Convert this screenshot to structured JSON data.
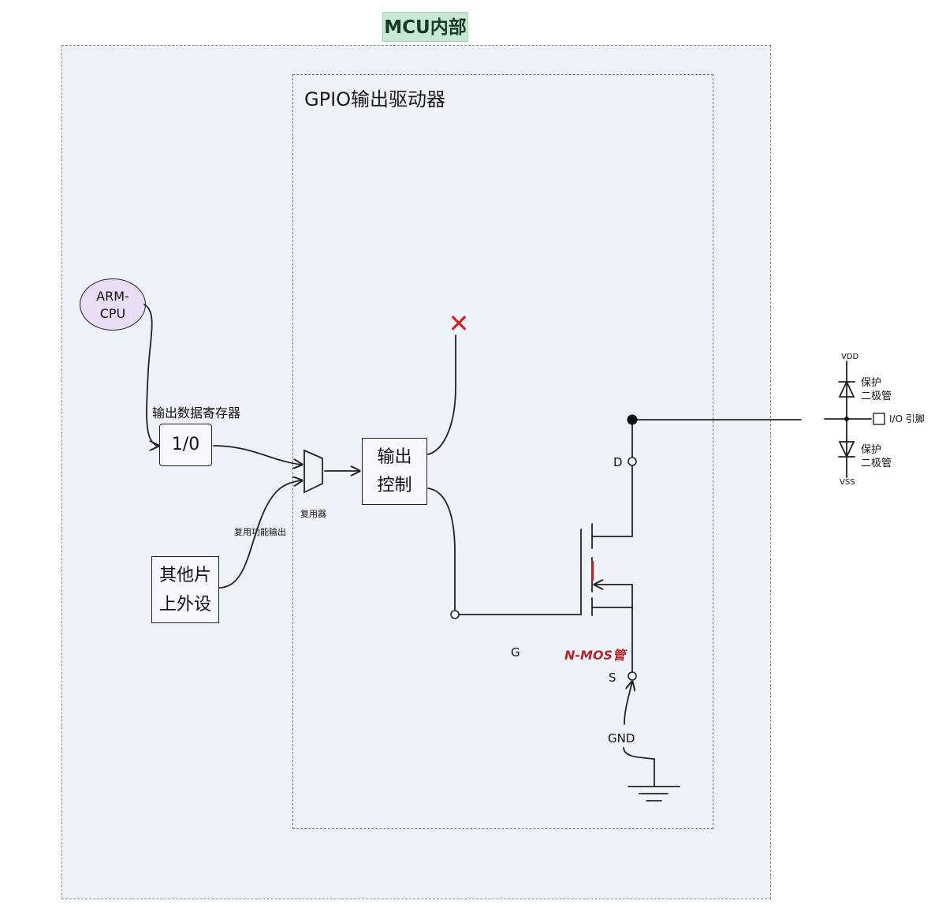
{
  "mcu_title": "MCU内部",
  "gpio_title": "GPIO输出驱动器",
  "cpu": {
    "line1": "ARM-",
    "line2": "CPU"
  },
  "register": {
    "label": "输出数据寄存器",
    "value": "1/0"
  },
  "peripheral": {
    "line1": "其他片",
    "line2": "上外设"
  },
  "mux_label": "复用器",
  "alt_function_label": "复用功能输出",
  "output_control": {
    "line1": "输出",
    "line2": "控制"
  },
  "disabled_mark": "✕",
  "mosfet": {
    "drain": "D",
    "gate": "G",
    "source": "S",
    "name": "N-MOS管"
  },
  "ground": "GND",
  "protection": {
    "vdd": "VDD",
    "vss": "VSS",
    "top_diode": {
      "line1": "保护",
      "line2": "二极管"
    },
    "bottom_diode": {
      "line1": "保护",
      "line2": "二极管"
    },
    "pin": "I/O 引脚"
  },
  "colors": {
    "title_tag_bg": "#c9e8d2",
    "cpu_bg": "#e9ddf6",
    "accent_red": "#d11f26",
    "nmos_label": "#b3262a"
  }
}
